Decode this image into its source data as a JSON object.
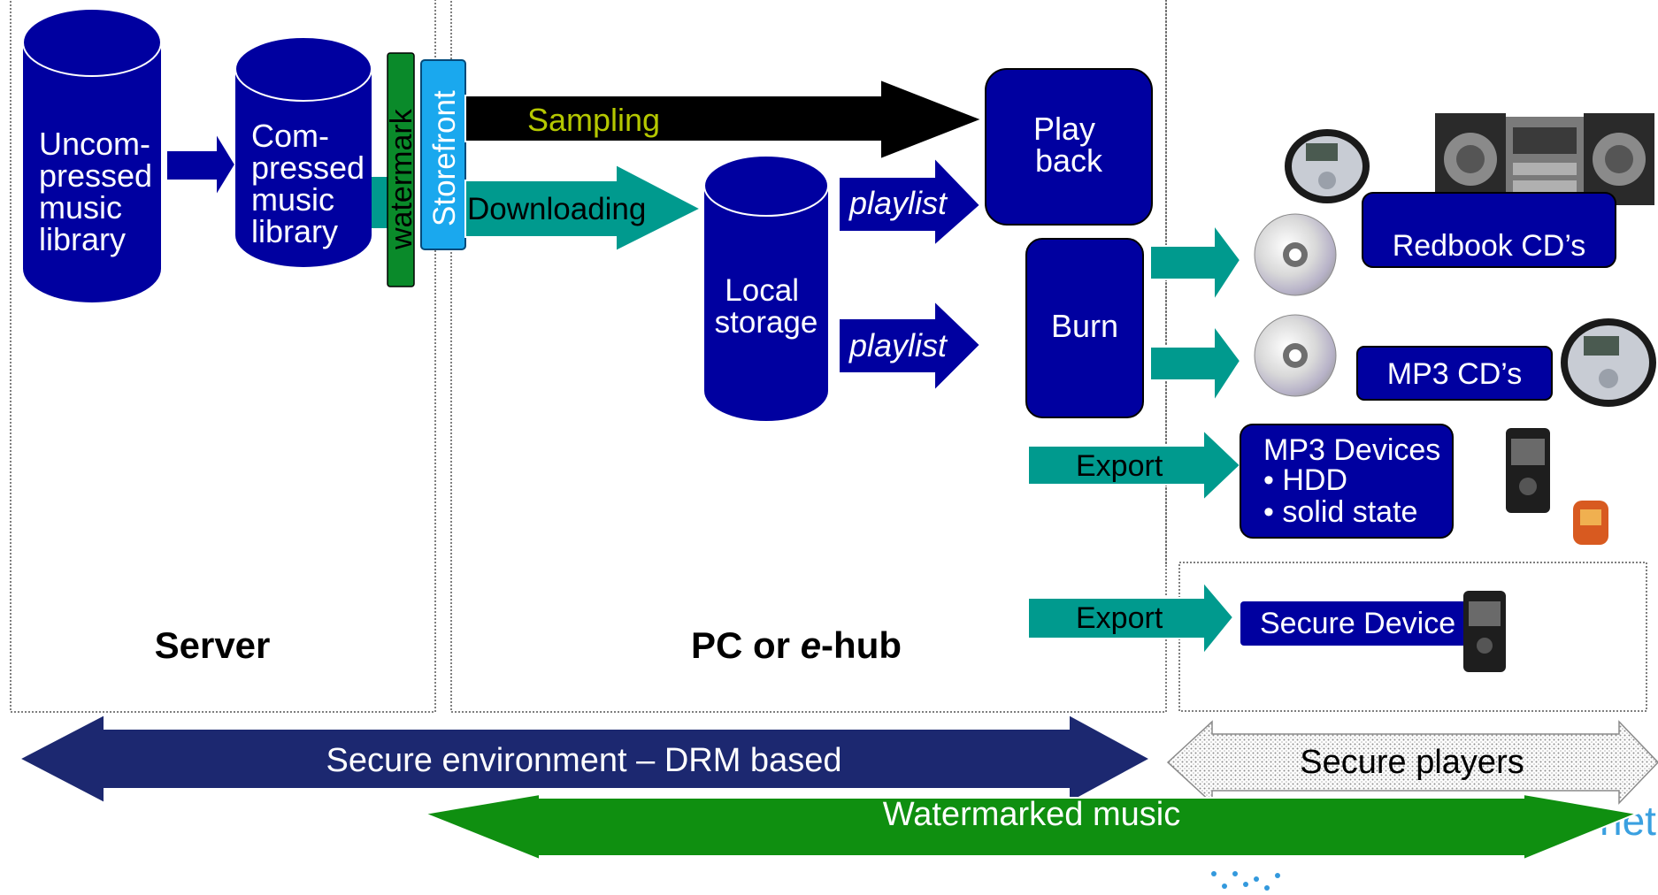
{
  "server": {
    "uncompressed_library": "Uncom-\npressed\nmusic\nlibrary",
    "compressed_library": "Com-\npressed\nmusic\nlibrary",
    "watermark": "watermark",
    "storefront": "Storefront",
    "title": "Server"
  },
  "pc": {
    "sampling": "Sampling",
    "downloading": "Downloading",
    "local_storage": "Local\nstorage",
    "playlist_top": "playlist",
    "playlist_bottom": "playlist",
    "playback": "Play\nback",
    "burn": "Burn",
    "title_prefix": "PC or ",
    "title_e": "e",
    "title_suffix": "-hub"
  },
  "players": {
    "redbook": "Redbook CD’s",
    "mp3_cds": "MP3 CD’s",
    "export_top": "Export",
    "export_bottom": "Export",
    "mp3_devices": "MP3 Devices\n• HDD\n• solid state",
    "secure_device": "Secure Device"
  },
  "bands": {
    "secure_env": "Secure environment – DRM based",
    "secure_players": "Secure players",
    "watermarked": "Watermarked music"
  },
  "logo_fragment": "net",
  "colors": {
    "box_blue": "#0000a0",
    "teal": "#009a8e",
    "green": "#0a8a2a",
    "storefront": "#1aa8ee",
    "sampling_text": "#b5c800",
    "navy": "#1c2870",
    "band_green": "#0f8f10"
  }
}
